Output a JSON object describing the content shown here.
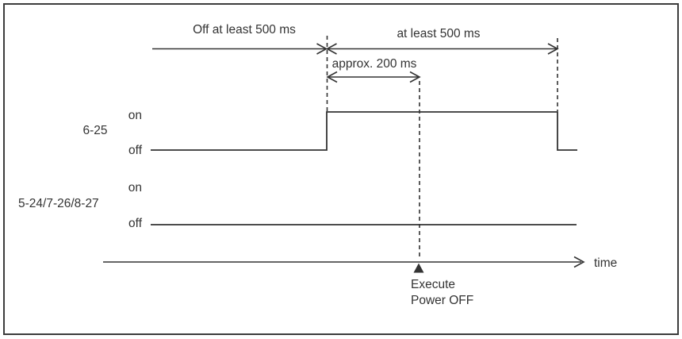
{
  "colors": {
    "line": "#333333",
    "text": "#333333",
    "border": "#3c3c3c",
    "background": "#ffffff"
  },
  "annotations": {
    "off_duration": "Off at least 500 ms",
    "on_duration": "at least 500 ms",
    "response_time": "approx. 200 ms"
  },
  "signals": [
    {
      "name": "6-25",
      "on_label": "on",
      "off_label": "off"
    },
    {
      "name": "5-24/7-26/8-27",
      "on_label": "on",
      "off_label": "off"
    }
  ],
  "time_axis": {
    "label": "time"
  },
  "event_marker": {
    "line1": "Execute",
    "line2": "Power OFF"
  }
}
